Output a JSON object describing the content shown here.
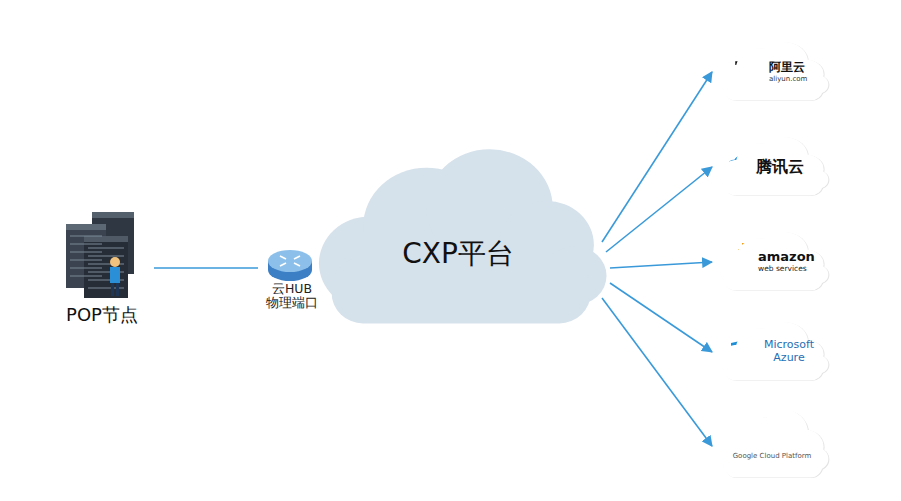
{
  "diagram": {
    "nodes": [
      {
        "text": [
          "POP节点"
        ]
      },
      {
        "text": [
          "云HUB 物理端口"
        ]
      },
      {
        "text": [
          "CXP平台"
        ]
      },
      {
        "text": [
          "阿里云",
          "aliyun.com"
        ]
      },
      {
        "text": [
          "腾讯云"
        ]
      },
      {
        "text": [
          "amazon",
          "web services"
        ]
      },
      {
        "text": [
          "Microsoft Azure"
        ]
      },
      {
        "text": [
          "Google Cloud Platform"
        ]
      }
    ],
    "edges": [
      {
        "from": 0,
        "to": 1,
        "arrow": "none"
      },
      {
        "from": 2,
        "to": 3,
        "arrow": "to"
      },
      {
        "from": 2,
        "to": 4,
        "arrow": "to"
      },
      {
        "from": 2,
        "to": 5,
        "arrow": "to"
      },
      {
        "from": 2,
        "to": 6,
        "arrow": "to"
      },
      {
        "from": 2,
        "to": 7,
        "arrow": "to"
      }
    ]
  }
}
